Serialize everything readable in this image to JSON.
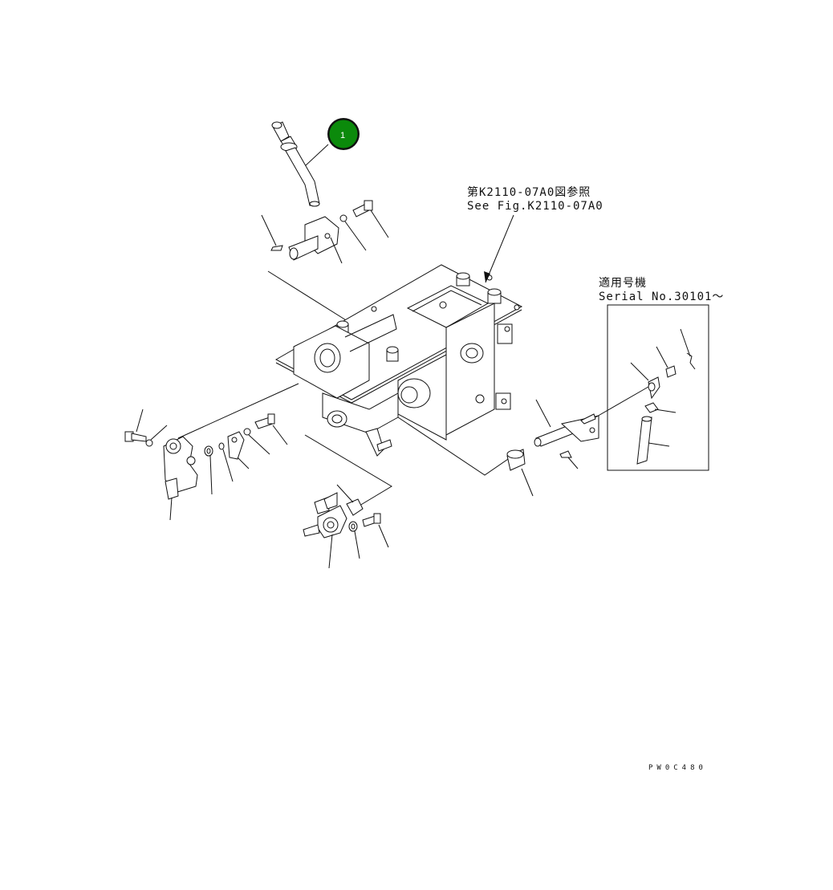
{
  "callout": {
    "number": "1",
    "color": "#0b8a0b"
  },
  "reference_note": {
    "line1": "第K2110-07A0図参照",
    "line2": "See Fig.K2110-07A0"
  },
  "serial_note": {
    "line1": "適用号機",
    "line2": "Serial No.30101～"
  },
  "drawing_code": "PW0C480"
}
